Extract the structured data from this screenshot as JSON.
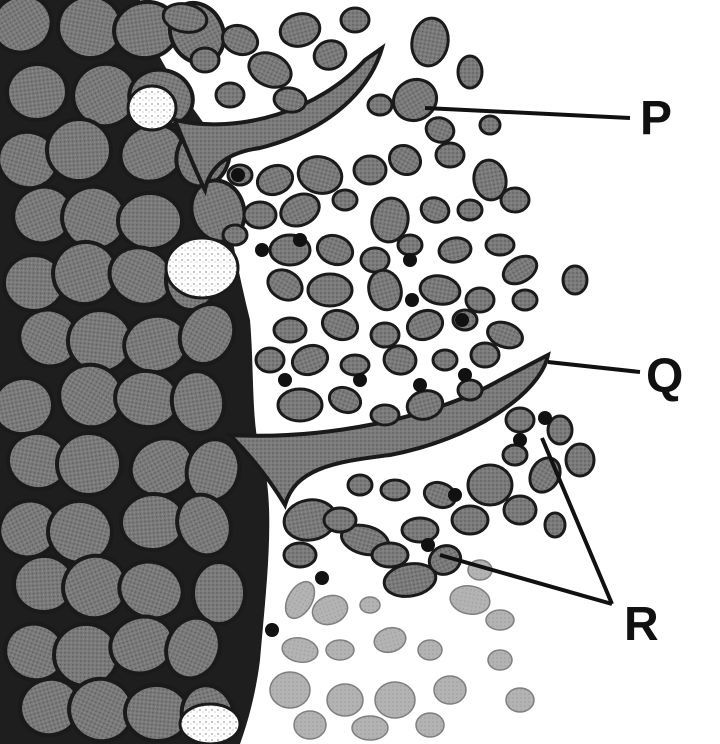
{
  "labels": {
    "p": "P",
    "q": "Q",
    "r": "R"
  },
  "colors": {
    "background": "#ffffff",
    "tissue_dark": "#6e6e6e",
    "tissue_light": "#8c8c8c",
    "outline": "#1a1a1a",
    "ink": "#111111"
  }
}
